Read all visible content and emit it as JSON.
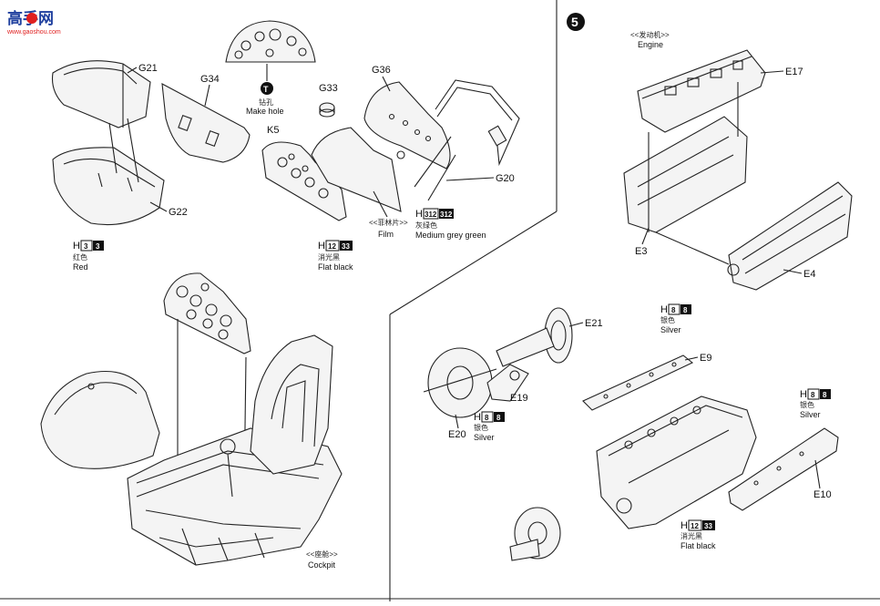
{
  "watermark": {
    "text": "高手网",
    "sub": "www.gaoshou.com"
  },
  "step": {
    "number": "5"
  },
  "labels": {
    "g21": "G21",
    "g34": "G34",
    "g22": "G22",
    "k5": "K5",
    "g33": "G33",
    "g36": "G36",
    "g20": "G20",
    "e17": "E17",
    "e3": "E3",
    "e4": "E4",
    "e21": "E21",
    "e19": "E19",
    "e20": "E20",
    "e9": "E9",
    "e10": "E10"
  },
  "drill": {
    "symbol": "T",
    "cn": "钻孔",
    "en": "Make hole"
  },
  "film": {
    "cn": "<<菲林片>>",
    "en": "Film"
  },
  "cockpit": {
    "cn": "<<座舱>>",
    "en": "Cockpit"
  },
  "engine": {
    "cn": "<<发动机>>",
    "en": "Engine"
  },
  "paints": {
    "red": {
      "h": "H",
      "code1": "3",
      "code2": "3",
      "cn": "红色",
      "en": "Red"
    },
    "flat_black_1": {
      "h": "H",
      "code1": "12",
      "code2": "33",
      "cn": "消光黑",
      "en": "Flat black"
    },
    "grey_green": {
      "h": "H",
      "code1": "312",
      "code2": "312",
      "cn": "灰绿色",
      "en": "Medium grey green"
    },
    "silver_1": {
      "h": "H",
      "code1": "8",
      "code2": "8",
      "cn": "银色",
      "en": "Silver"
    },
    "silver_2": {
      "h": "H",
      "code1": "8",
      "code2": "8",
      "cn": "银色",
      "en": "Silver"
    },
    "silver_3": {
      "h": "H",
      "code1": "8",
      "code2": "8",
      "cn": "银色",
      "en": "Silver"
    },
    "flat_black_2": {
      "h": "H",
      "code1": "12",
      "code2": "33",
      "cn": "消光黑",
      "en": "Flat black"
    }
  }
}
